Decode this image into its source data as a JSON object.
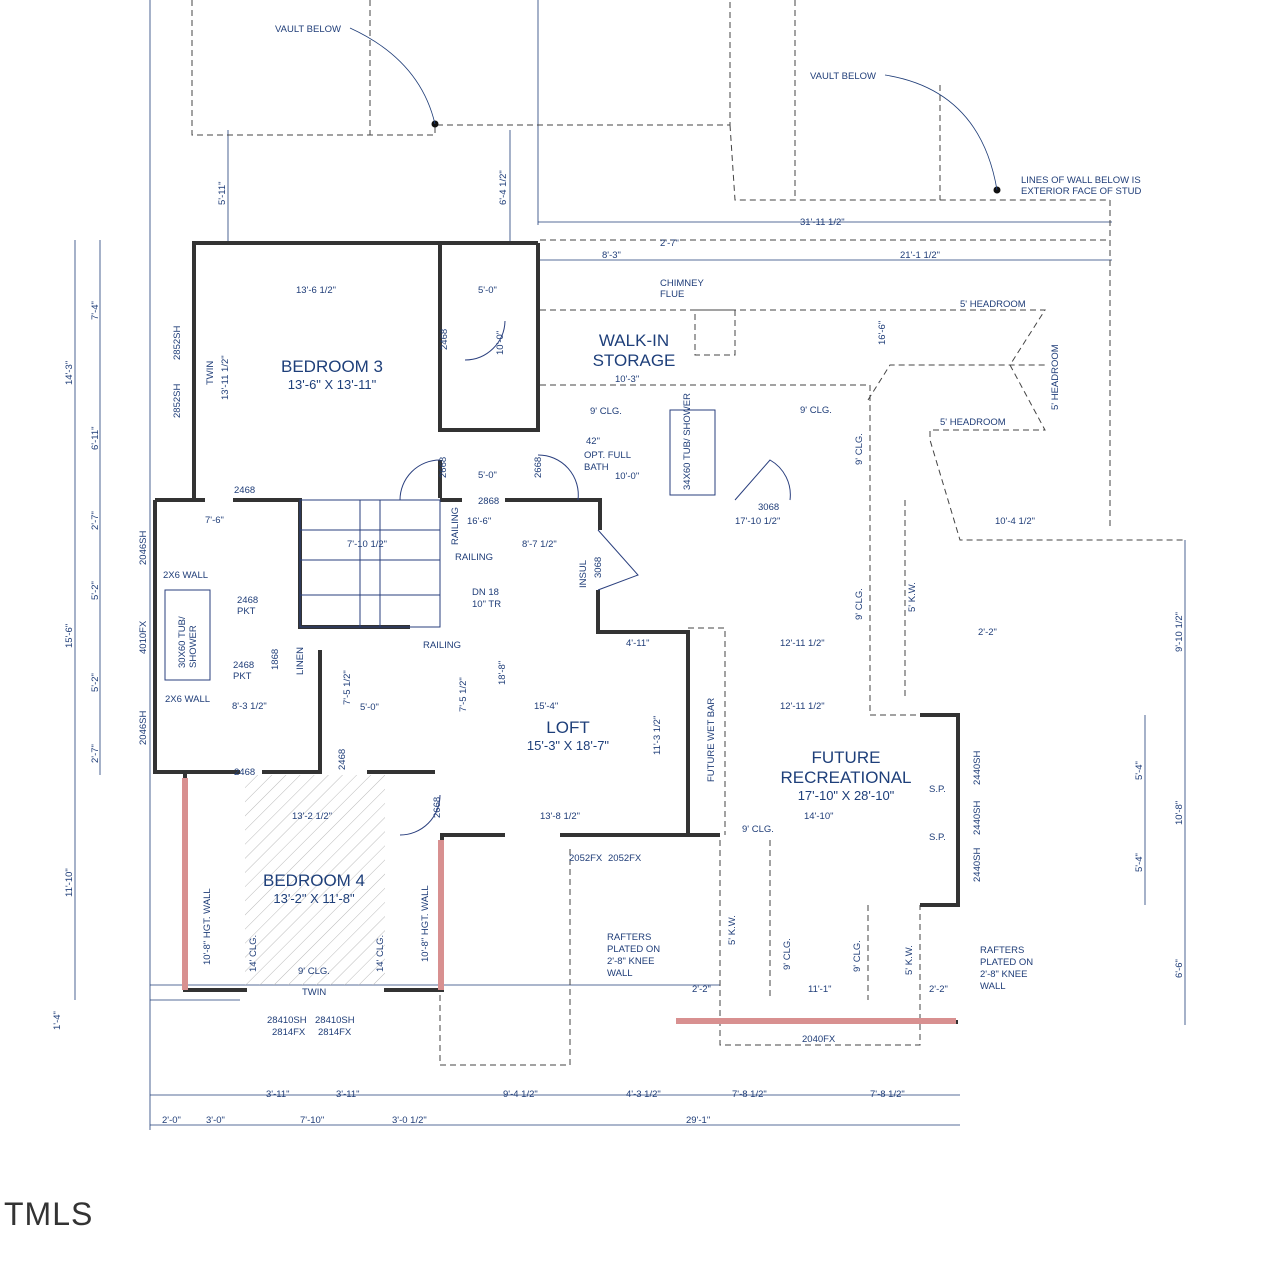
{
  "rooms": {
    "bedroom3": {
      "name": "BEDROOM 3",
      "size": "13'-6\" X 13'-11\""
    },
    "bedroom4": {
      "name": "BEDROOM 4",
      "size": "13'-2\" X 11'-8\""
    },
    "walkin": {
      "name1": "WALK-IN",
      "name2": "STORAGE"
    },
    "loft": {
      "name": "LOFT",
      "size": "15'-3\" X 18'-7\""
    },
    "future": {
      "name1": "FUTURE",
      "name2": "RECREATIONAL",
      "size": "17'-10\" X 28'-10\""
    }
  },
  "notes": {
    "vault1": "VAULT BELOW",
    "vault2": "VAULT BELOW",
    "wall_below1": "LINES OF WALL BELOW IS",
    "wall_below2": "EXTERIOR FACE OF STUD",
    "chimney1": "CHIMNEY",
    "chimney2": "FLUE",
    "headroom": "5' HEADROOM",
    "clg9": "9' CLG.",
    "clg14": "14' CLG.",
    "opt_bath1": "OPT. FULL",
    "opt_bath2": "BATH",
    "tub_shower": "34X60 TUB/ SHOWER",
    "tub30_1": "30X60 TUB/",
    "tub30_2": "SHOWER",
    "railing": "RAILING",
    "dn": "DN 18",
    "tr": "10\" TR",
    "insul": "INSUL",
    "linen": "LINEN",
    "wall2x6": "2X6 WALL",
    "future_wet_bar": "FUTURE WET BAR",
    "rafters1": "RAFTERS",
    "rafters2": "PLATED ON",
    "rafters3": "2'-8\" KNEE",
    "rafters4": "WALL",
    "kw": "5' K.W.",
    "hgt_wall": "10'-8\" HGT. WALL",
    "twin": "TWIN",
    "sp": "S.P.",
    "w42": "42\"",
    "pkt": "2468",
    "pkt2": "PKT"
  },
  "windows": {
    "w1": "2852SH",
    "w2": "2046SH",
    "w3": "4010FX",
    "w4": "2440SH",
    "w5": "2052FX",
    "w6": "2040FX",
    "w7a": "28410SH",
    "w7b": "2814FX"
  },
  "doors": {
    "d2468": "2468",
    "d2668": "2668",
    "d2868": "2868",
    "d3068": "3068",
    "d1868": "1868"
  },
  "dims": {
    "top1": "31'-11 1/2\"",
    "top2": "21'-1 1/2\"",
    "top3": "8'-3\"",
    "top4": "2'-7\"",
    "b3w": "13'-6 1/2\"",
    "b3h": "13'-11 1/2\"",
    "c50": "5'-0\"",
    "c100": "10'-0\"",
    "c103": "10'-3\"",
    "c166": "16'-6\"",
    "c1710": "17'-10 1/2\"",
    "c104": "10'-4 1/2\"",
    "c871": "8'-7 1/2\"",
    "c7101": "7'-10 1/2\"",
    "c76": "7'-6\"",
    "c1211": "12'-11 1/2\"",
    "c411": "4'-11\"",
    "c154": "15'-4\"",
    "c1321": "13'-2 1/2\"",
    "c1381": "13'-8 1/2\"",
    "c1410": "14'-10\"",
    "c831": "8'-3 1/2\"",
    "c111": "11'-1\"",
    "c22": "2'-2\"",
    "b20": "2'-0\"",
    "b30": "3'-0\"",
    "b710": "7'-10\"",
    "b301": "3'-0 1/2\"",
    "b291": "29'-1\"",
    "b311": "3'-11\"",
    "b941": "9'-4 1/2\"",
    "b431": "4'-3 1/2\"",
    "b781": "7'-8 1/2\"",
    "l74": "7'-4\"",
    "l143": "14'-3\"",
    "l611": "6'-11\"",
    "l27": "2'-7\"",
    "l52": "5'-2\"",
    "l156": "15'-6\"",
    "l1110": "11'-10\"",
    "l14": "1'-4\"",
    "r9101": "9'-10 1/2\"",
    "r108": "10'-8\"",
    "r54": "5'-4\"",
    "r66": "6'-6\"",
    "c511": "5'-11\"",
    "c641": "6'-4 1/2\"",
    "c186": "18'-8\"",
    "c1131": "11'-3 1/2\"",
    "c751": "7'-5 1/2\"",
    "c166b": "16'-6\""
  },
  "watermark": "TMLS"
}
